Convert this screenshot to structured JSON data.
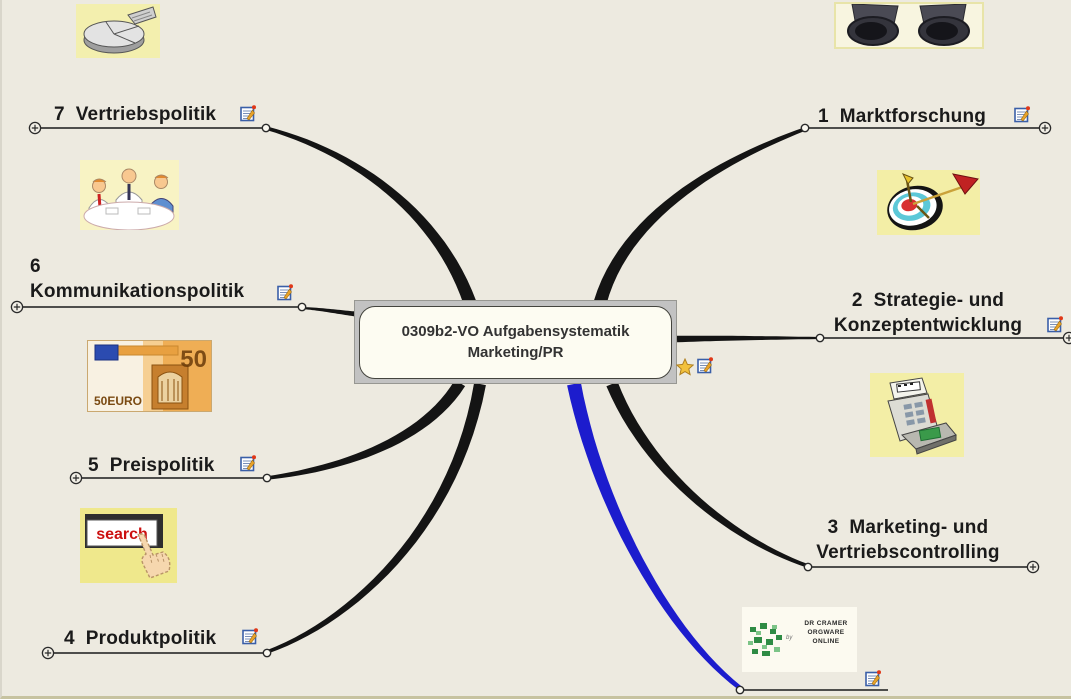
{
  "window": {
    "background": "#edeae0"
  },
  "center_topic": {
    "label": "0309b2-VO Aufgabensystematik\nMarketing/PR",
    "has_star": true,
    "has_notes": true
  },
  "branches": [
    {
      "label": "1  Marktforschung",
      "side": "top-right",
      "has_notes": true,
      "has_expand": true
    },
    {
      "label": "2  Strategie- und\nKonzeptentwicklung",
      "side": "right",
      "has_notes": true,
      "has_expand": true
    },
    {
      "label": "3  Marketing- und\nVertriebscontrolling",
      "side": "bottom-right",
      "has_notes": false,
      "has_expand": true
    },
    {
      "label": "4  Produktpolitik",
      "side": "bottom-left",
      "has_notes": true,
      "has_expand": true
    },
    {
      "label": "5  Preispolitik",
      "side": "left",
      "has_notes": true,
      "has_expand": true
    },
    {
      "label": "6\nKommunikationspolitik",
      "side": "left",
      "has_notes": true,
      "has_expand": true
    },
    {
      "label": "7  Vertriebspolitik",
      "side": "top-left",
      "has_notes": true,
      "has_expand": true
    },
    {
      "label": "",
      "side": "bottom",
      "has_notes": true,
      "has_expand": false,
      "note": "blue link branch with logo image"
    }
  ],
  "images": {
    "pie_chart": "pie-chart-clipart",
    "binoculars": "binoculars-clipart",
    "meeting": "meeting-people-clipart",
    "euro_note": {
      "name": "50-euro-note-clipart",
      "big_number": "50",
      "bottom_text": "50EURO"
    },
    "search_hand": {
      "name": "search-button-hand-clipart",
      "button_text": "search"
    },
    "target_arrows": "target-with-arrows-clipart",
    "cash_register": "cash-register-clipart",
    "logo": {
      "name": "orgware-logo",
      "by": "by",
      "text": "DR CRAMER\nORGWARE\nONLINE"
    }
  },
  "icons": {
    "notes": "notes-icon",
    "star": "star-icon",
    "expand": "expand-plus-icon",
    "junction": "junction-dot"
  },
  "colors": {
    "branch_black": "#141414",
    "branch_blue": "#1c1ccd",
    "node_frame": "#c2c2c2",
    "node_fill": "#fdfcf2",
    "label_text": "#1a1a1a"
  }
}
